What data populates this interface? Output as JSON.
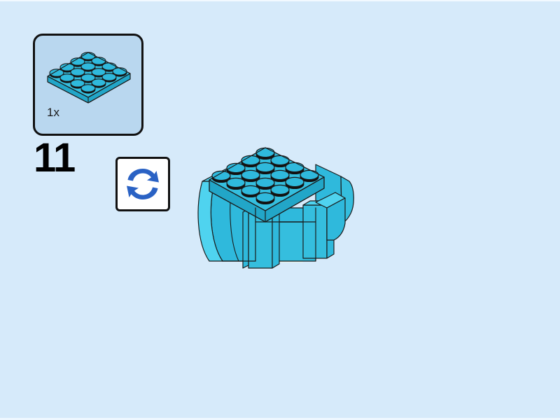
{
  "page": {
    "background_color": "#d6eafa",
    "type": "lego-building-instruction-step"
  },
  "step": {
    "number": "11",
    "rotate_hint_icon": "rotate-model-icon"
  },
  "parts_callout": {
    "box_fill_color": "#b9d7ef",
    "border_color": "#111111",
    "items": [
      {
        "name": "plate-4x4",
        "quantity_label": "1x",
        "color_name": "medium-azure",
        "color_hex": "#35bede",
        "studs_rows": 4,
        "studs_cols": 4
      }
    ]
  },
  "model": {
    "name": "assembly-preview",
    "primary_color": "#35bede",
    "shade_light": "#4fd3ef",
    "shade_mid": "#2fb9dc",
    "shade_dark": "#22a6c8",
    "stud_color": "#111111",
    "accent_pale": "#e4f2ec",
    "outline_color": "#1a1a1a",
    "top_plate_rows": 4,
    "top_plate_cols": 4
  },
  "colors": {
    "page_background": "#d6eafa",
    "callout_background": "#b9d7ef",
    "brick_cyan": "#35bede",
    "rotate_arrow_blue": "#2a62c4",
    "text_black": "#000000"
  }
}
